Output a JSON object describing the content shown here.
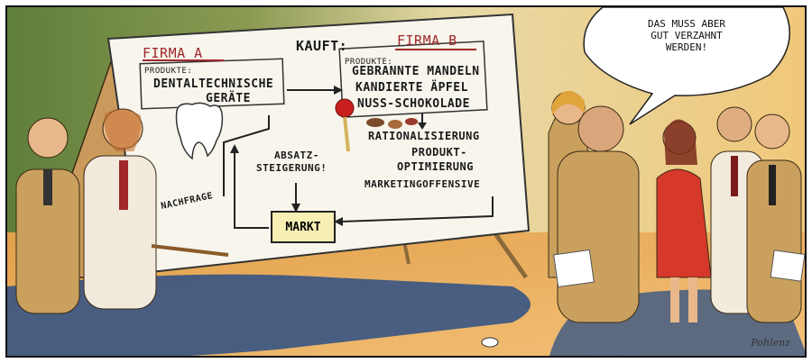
{
  "speech_bubble": {
    "lines": [
      "DAS MUSS ABER",
      "GUT VERZAHNT",
      "WERDEN!"
    ]
  },
  "board": {
    "firma_a": "FIRMA A",
    "kauft": "KAUFT:",
    "firma_b": "FIRMA B",
    "produkte_label_a": "PRODUKTE:",
    "produkte_a": [
      "DENTALTECHNISCHE",
      "GERÄTE"
    ],
    "produkte_label_b": "PRODUKTE:",
    "produkte_b": [
      "GEBRANNTE MANDELN",
      "KANDIERTE ÄPFEL",
      "NUSS-SCHOKOLADE"
    ],
    "absatzsteigerung": [
      "ABSATZ-",
      "STEIGERUNG!"
    ],
    "nachfrage": "NACHFRAGE",
    "markt": "MARKT",
    "steps": [
      "RATIONALISIERUNG",
      "PRODUKT-",
      "OPTIMIERUNG",
      "MARKETINGOFFENSIVE"
    ]
  },
  "signature": "Pohlenz",
  "colors": {
    "green_wall": "#5f7f3a",
    "warm_floor": "#e8a452",
    "shadow_blue": "#2b4f86",
    "board_white": "#f7f5ec",
    "markt_yellow": "#f7efb4",
    "accent_red": "#a0282a"
  }
}
